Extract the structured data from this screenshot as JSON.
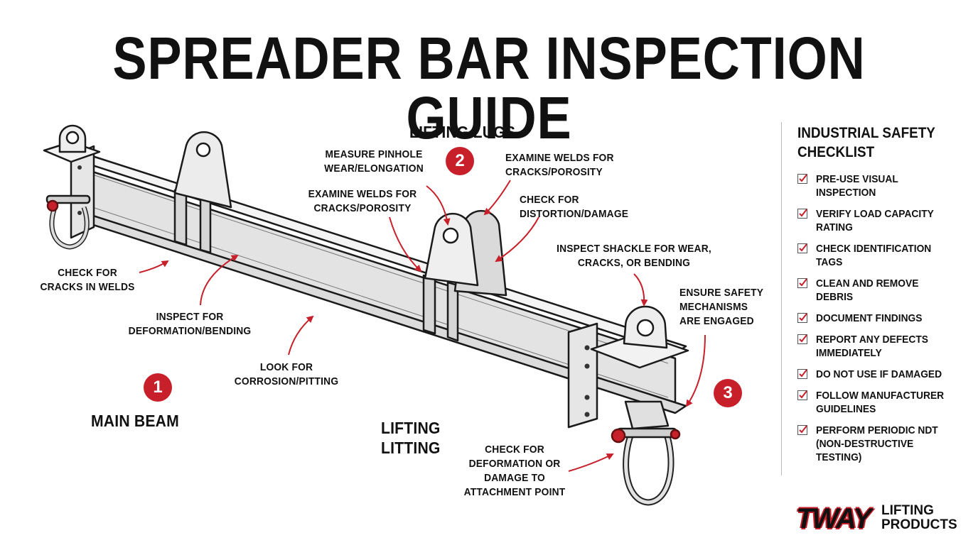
{
  "title": "SPREADER BAR INSPECTION GUIDE",
  "sections": {
    "main_beam": {
      "number": "1",
      "label": "MAIN BEAM"
    },
    "lifting_lugs": {
      "number": "2",
      "label": "LIFTING LUGS"
    },
    "lifting_fitting": {
      "number": "3",
      "label": "LIFTING LITTING"
    }
  },
  "callouts": {
    "cracks_in_welds": "CHECK FOR CRACKS IN WELDS",
    "deformation_bending": "INSPECT FOR DEFORMATION/BENDING",
    "corrosion_pitting": "LOOK FOR CORROSION/PITTING",
    "pinhole_wear": "MEASURE PINHOLE WEAR/ELONGATION",
    "welds_left": "EXAMINE WELDS FOR CRACKS/POROSITY",
    "welds_right": "EXAMINE WELDS FOR CRACKS/POROSITY",
    "distortion_damage": "CHECK FOR DISTORTION/DAMAGE",
    "shackle_wear": "INSPECT SHACKLE FOR WEAR, CRACKS, OR BENDING",
    "safety_mechanisms": "ENSURE SAFETY MECHANISMS ARE ENGAGED",
    "attachment_point": "CHECK FOR DEFORMATION OR DAMAGE TO ATTACHMENT POINT"
  },
  "checklist": {
    "title": "INDUSTRIAL SAFETY CHECKLIST",
    "items": [
      "PRE-USE VISUAL INSPECTION",
      "VERIFY LOAD CAPACITY RATING",
      "CHECK IDENTIFICATION TAGS",
      "CLEAN AND REMOVE DEBRIS",
      "DOCUMENT FINDINGS",
      "REPORT ANY DEFECTS IMMEDIATELY",
      "DO NOT USE IF DAMAGED",
      "FOLLOW MANUFACTURER GUIDELINES",
      "PERFORM PERIODIC NDT (NON-DESTRUCTIVE TESTING)"
    ]
  },
  "logo": {
    "brand": "TWAY",
    "line1": "LIFTING",
    "line2": "PRODUCTS"
  },
  "colors": {
    "accent": "#c8202a",
    "steel_light": "#eeeeee",
    "steel_mid": "#d4d4d4",
    "ink": "#111111"
  },
  "icons": {
    "check": "checkbox-check-icon",
    "arrow": "red-curved-arrow"
  }
}
